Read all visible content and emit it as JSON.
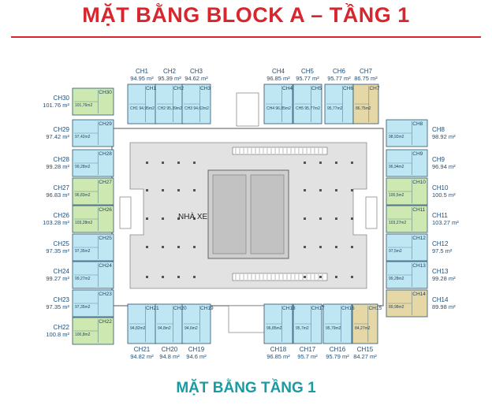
{
  "title": "MẶT BẰNG BLOCK A – TẦNG 1",
  "subtitle": "MẶT BẰNG TẦNG 1",
  "center_label": "NHÀ XE",
  "colors": {
    "title_red": "#d7262e",
    "subtitle_teal": "#1a9ba4",
    "unit_blue": "#bfe6f3",
    "unit_green": "#cde8b0",
    "unit_tan": "#e6d7a6",
    "parking_gray": "#e2e2e2"
  },
  "units_top": [
    {
      "name": "CH1",
      "area": "94.95 m²",
      "inner": "CH1 94,95m2"
    },
    {
      "name": "CH2",
      "area": "95.39 m²",
      "inner": "CH2 95,39m2"
    },
    {
      "name": "CH3",
      "area": "94.62 m²",
      "inner": "CH3 94,62m2"
    },
    {
      "name": "CH4",
      "area": "96.85 m²",
      "inner": "CH4 96,85m2"
    },
    {
      "name": "CH5",
      "area": "95.77 m²",
      "inner": "CH5 95,77m2"
    },
    {
      "name": "CH6",
      "area": "95.77 m²",
      "inner": "95,77m2"
    },
    {
      "name": "CH7",
      "area": "86.75 m²",
      "inner": "86,75m2"
    }
  ],
  "units_bottom": [
    {
      "name": "CH21",
      "area": "94.82 m²",
      "inner": "94,82m2"
    },
    {
      "name": "CH20",
      "area": "94.8 m²",
      "inner": "94,8m2"
    },
    {
      "name": "CH19",
      "area": "94.6 m²",
      "inner": "94,6m2"
    },
    {
      "name": "CH18",
      "area": "96.85 m²",
      "inner": "96,85m2"
    },
    {
      "name": "CH17",
      "area": "95.7 m²",
      "inner": "95,7m2"
    },
    {
      "name": "CH16",
      "area": "95.79 m²",
      "inner": "95,79m2"
    },
    {
      "name": "CH15",
      "area": "84.27 m²",
      "inner": "84,27m2"
    }
  ],
  "units_left": [
    {
      "name": "CH30",
      "area": "101.76 m²",
      "inner": "101,76m2"
    },
    {
      "name": "CH29",
      "area": "97.42 m²",
      "inner": "97,42m2"
    },
    {
      "name": "CH28",
      "area": "99.28 m²",
      "inner": "99,28m2"
    },
    {
      "name": "CH27",
      "area": "96.83 m²",
      "inner": "96,83m2"
    },
    {
      "name": "CH26",
      "area": "103.28 m²",
      "inner": "103,28m2"
    },
    {
      "name": "CH25",
      "area": "97.35 m²",
      "inner": "97,35m2"
    },
    {
      "name": "CH24",
      "area": "99.27 m²",
      "inner": "99,27m2"
    },
    {
      "name": "CH23",
      "area": "97.35 m²",
      "inner": "97,35m2"
    },
    {
      "name": "CH22",
      "area": "100.8 m²",
      "inner": "100,8m2"
    }
  ],
  "units_right": [
    {
      "name": "CH8",
      "area": "98.92 m²",
      "inner": "98,92m2"
    },
    {
      "name": "CH9",
      "area": "96.94 m²",
      "inner": "96,94m2"
    },
    {
      "name": "CH10",
      "area": "100.5 m²",
      "inner": "100,5m2"
    },
    {
      "name": "CH11",
      "area": "103.27 m²",
      "inner": "103,27m2"
    },
    {
      "name": "CH12",
      "area": "97.5 m²",
      "inner": "97,5m2"
    },
    {
      "name": "CH13",
      "area": "99.28 m²",
      "inner": "99,28m2"
    },
    {
      "name": "CH14",
      "area": "89.98 m²",
      "inner": "89,98m2"
    }
  ]
}
